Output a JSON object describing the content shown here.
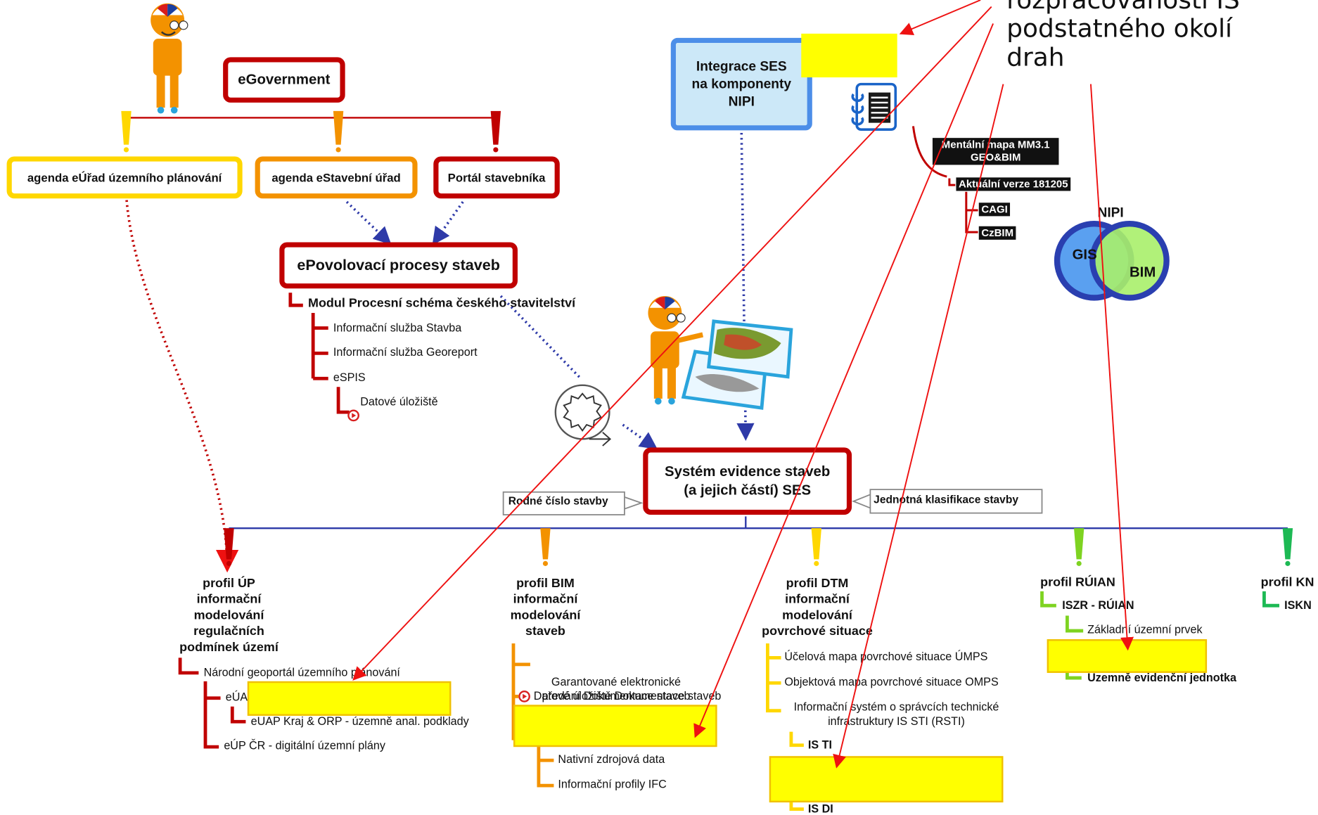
{
  "boxes": {
    "egovernment": "eGovernment",
    "agenda_uzemni": "agenda eÚřad územního plánování",
    "agenda_stavebni": "agenda eStavební úřad",
    "portal": "Portál stavebníka",
    "epovolovaci": "ePovolovací procesy staveb",
    "integrace_l1": "Integrace SES",
    "integrace_l2": "na komponenty",
    "integrace_l3": "NIPI",
    "ses_l1": "Systém evidence staveb",
    "ses_l2": "(a jejich částí) SES"
  },
  "epov_tree": {
    "modul": "Modul Procesní schéma českého stavitelství",
    "items": [
      "Informační služba Stavba",
      "Informační služba Georeport",
      "eSPIS"
    ],
    "uloziste": "Datové úložiště"
  },
  "side_labels": {
    "rodne_cislo": "Rodné číslo stavby",
    "klasifikace": "Jednotná klasifikace stavby"
  },
  "mindmap": {
    "title_l1": "Mentální mapa MM3.1",
    "title_l2": "GEO&BIM",
    "version": "Aktuální verze 181205",
    "items": [
      "CAGI",
      "CzBIM"
    ]
  },
  "venn": {
    "title": "NIPI",
    "left": "GIS",
    "right": "BIM"
  },
  "note": [
    "rozpracovanosti IS",
    "podstatného okolí",
    "drah"
  ],
  "profiles": {
    "up": {
      "title": [
        "profil ÚP",
        "informační",
        "modelování",
        "regulačních",
        "podmínek území"
      ],
      "items": [
        "Národní geoportál územního plánování",
        "eÚAP",
        "eUAP Kraj & ORP - územně anal. podklady",
        "eÚP ČR - digitální územní plány"
      ]
    },
    "bim": {
      "title": [
        "profil BIM",
        "informační",
        "modelování",
        "staveb"
      ],
      "items": [
        "Garantované elektronické",
        "předání Dokumentace staveb",
        "Datové úložiště Dokumentace staveb",
        "Nativní zdrojová data",
        "Informační profily IFC"
      ]
    },
    "dtm": {
      "title": [
        "profil DTM",
        "informační",
        "modelování",
        "povrchové situace"
      ],
      "items": [
        "Účelová mapa povrchové situace ÚMPS",
        "Objektová mapa povrchové situace OMPS",
        "Informační systém o správcích technické",
        "infrastruktury IS STI (RSTI)",
        "IS TI",
        "IS DI"
      ]
    },
    "ruian": {
      "title": "profil RÚIAN",
      "items": [
        "ISZR - RÚIAN",
        "Základní územní prvek",
        "Územně evidenční jednotka"
      ]
    },
    "kn": {
      "title": "profil KN",
      "items": [
        "ISKN"
      ]
    }
  },
  "colors": {
    "dark_red": "#c00000",
    "yellow": "#ffd700",
    "orange": "#f39200",
    "light_green": "#7ed321",
    "green": "#1db954",
    "link_blue": "#2e3aa8",
    "annotation_red": "#ee1111",
    "highlight": "#ffff00"
  },
  "icons": [
    "person-mascot-icon",
    "notebook-icon",
    "gear-icon",
    "map-layers-icon",
    "pin-icon"
  ]
}
